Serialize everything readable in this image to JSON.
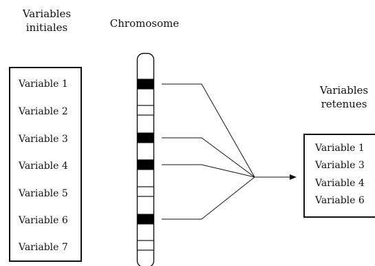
{
  "titles": {
    "left_line1": "Variables",
    "left_line2": "initiales",
    "chromosome": "Chromosome",
    "right_line1": "Variables",
    "right_line2": "retenues"
  },
  "left_variables": [
    "Variable 1",
    "Variable 2",
    "Variable 3",
    "Variable 4",
    "Variable 5",
    "Variable 6",
    "Variable 7"
  ],
  "right_variables": [
    "Variable 1",
    "Variable 3",
    "Variable 4",
    "Variable 6"
  ],
  "chromosome_genes": [
    1,
    0,
    1,
    1,
    0,
    1,
    0
  ]
}
